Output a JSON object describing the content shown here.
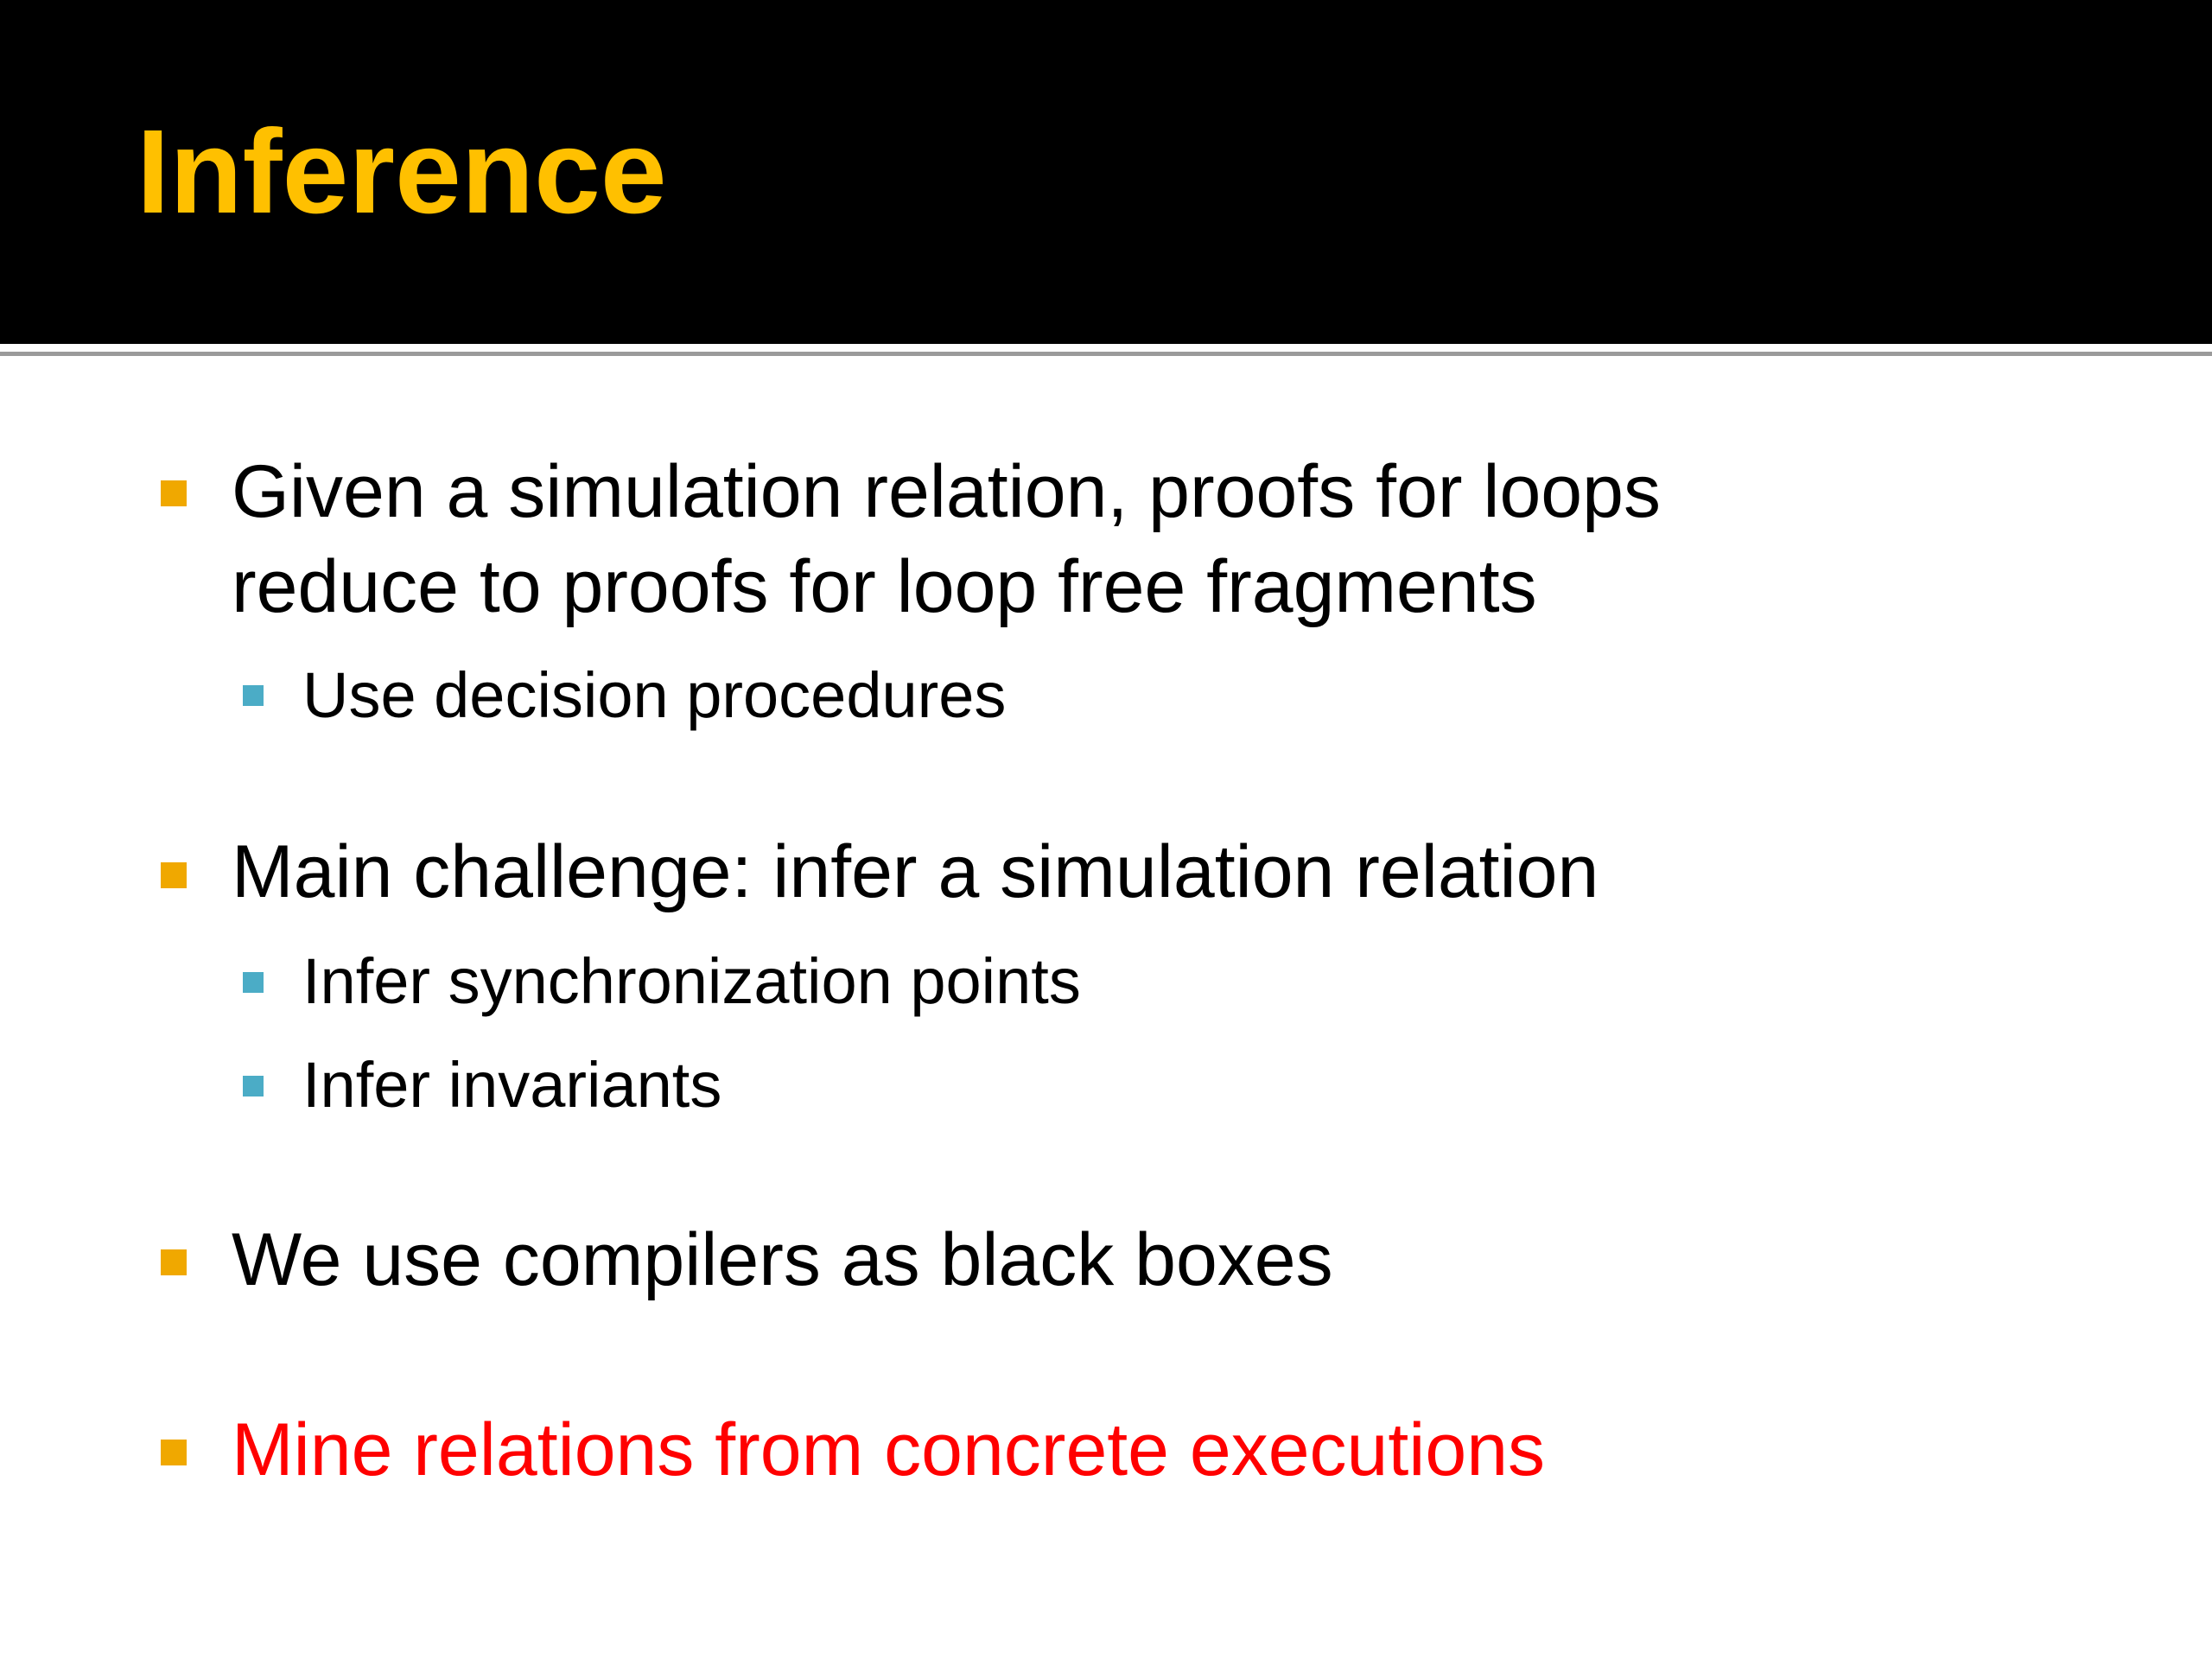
{
  "title": "Inference",
  "bullets": [
    {
      "text_line1": "Given a simulation relation, proofs for loops",
      "text_line2": "reduce to proofs for loop free fragments",
      "sub": [
        "Use decision procedures"
      ]
    },
    {
      "text": "Main challenge: infer a simulation relation",
      "sub": [
        "Infer synchronization points",
        "Infer invariants"
      ]
    },
    {
      "text": "We use compilers as black boxes"
    },
    {
      "text": "Mine relations from concrete executions"
    }
  ],
  "colors": {
    "title": "#ffc000",
    "level1_marker": "#f0a800",
    "level2_marker": "#4bacc6",
    "highlight_text": "#ff0000"
  }
}
